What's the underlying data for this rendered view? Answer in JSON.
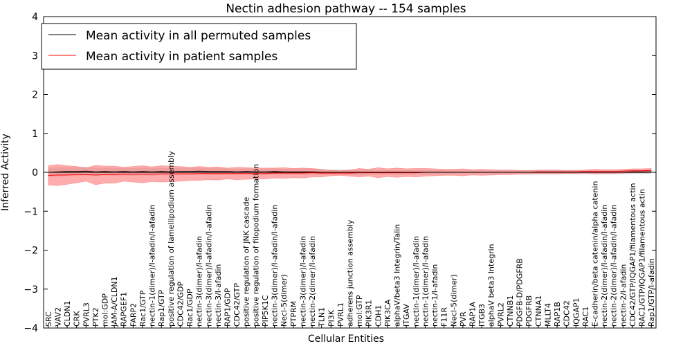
{
  "chart_data": {
    "type": "line",
    "title": "Nectin adhesion pathway -- 154 samples",
    "xlabel": "Cellular Entities",
    "ylabel": "Inferred Activity",
    "ylim": [
      -4,
      4
    ],
    "yticks": [
      -4,
      -3,
      -2,
      -1,
      0,
      1,
      2,
      3,
      4
    ],
    "ytick_labels": [
      "−4",
      "−3",
      "−2",
      "−1",
      "0",
      "1",
      "2",
      "3",
      "4"
    ],
    "legend_position": "top-left",
    "grid": false,
    "colors": {
      "permuted_line": "#000000",
      "patient_line": "#ff0000",
      "patient_band": "#ff8080",
      "permuted_band": "#b0b0b0",
      "zero_line": "#000000"
    },
    "x": [
      "SRC",
      "VAV2",
      "CLDN1",
      "CRK",
      "PVRL3",
      "PTK2",
      "mol:GDP",
      "JAM-A/CLDN1",
      "RAPGEF1",
      "FARP2",
      "Rac1/GTP",
      "nectin-1(dimer)/I-afadin/I-afadin",
      "Rap1/GTP",
      "positive regulation of lamellipodium assembly",
      "CDC42/GDP",
      "Rac1/GDP",
      "nectin-3(dimer)/I-afadin",
      "nectin-3(dimer)/I-afadin/I-afadin",
      "nectin-3/I-afadin",
      "RAP1/GDP",
      "CDC42/GTP",
      "positive regulation of JNK cascade",
      "positive regulation of filopodium formation",
      "PIP5K1C",
      "nectin-3(dimer)/I-afadin/I-afadin",
      "Necl-5(dimer)",
      "PTPRM",
      "nectin-3(dimer)/I-afadin",
      "nectin-2(dimer)/I-afadin",
      "TLN1",
      "PI3K",
      "PVRL1",
      "adherens junction assembly",
      "mol:GTP",
      "PIK3R1",
      "CDH1",
      "PIK3CA",
      "alphaV/beta3 Integrin/Talin",
      "ITGAV",
      "nectin-1(dimer)/I-afadin",
      "nectin-1(dimer)/I-afadin",
      "nectin-1/I-afadin",
      "F11R",
      "Necl-5(dimer)",
      "PVR",
      "RAP1A",
      "ITGB3",
      "alphaV beta3 Integrin",
      "PVRL2",
      "CTNNB1",
      "PDGFB-D/PDGFRB",
      "PDGFRB",
      "CTNNA1",
      "MLLT4",
      "RAP1B",
      "CDC42",
      "IQGAP1",
      "RAC1",
      "E-cadherin/beta catenin/alpha catenin",
      "nectin-2(dimer)/I-afadin/I-afadin",
      "nectin-2(dimer)/I-afadin/I-afadin",
      "nectin-2/I-afadin",
      "CDC42/GTP/IQGAP1/filamentous actin",
      "RAC1/GTP/IQGAP1/filamentous actin",
      "Rap1/GTP/I-afadin"
    ],
    "series": [
      {
        "name": "Mean activity in all permuted samples",
        "values": [
          0.0,
          0.01,
          0.02,
          0.02,
          0.03,
          0.01,
          0.02,
          0.01,
          0.02,
          0.01,
          0.02,
          0.01,
          0.02,
          0.01,
          0.02,
          0.02,
          0.03,
          0.02,
          0.02,
          0.02,
          0.01,
          0.02,
          0.01,
          0.01,
          0.02,
          0.01,
          0.01,
          0.01,
          0.01,
          0.0,
          0.0,
          0.0,
          0.0,
          0.0,
          0.0,
          0.0,
          0.0,
          0.0,
          0.0,
          0.0,
          0.0,
          0.0,
          0.0,
          0.0,
          0.0,
          0.0,
          0.0,
          0.0,
          0.0,
          0.0,
          0.0,
          0.0,
          0.0,
          0.0,
          0.0,
          0.0,
          0.0,
          0.0,
          0.0,
          0.0,
          0.0,
          0.0,
          0.01,
          0.01,
          0.01
        ],
        "band": [
          0.12,
          0.12,
          0.11,
          0.11,
          0.11,
          0.1,
          0.1,
          0.1,
          0.1,
          0.1,
          0.1,
          0.1,
          0.09,
          0.09,
          0.09,
          0.09,
          0.09,
          0.09,
          0.09,
          0.08,
          0.08,
          0.08,
          0.08,
          0.08,
          0.08,
          0.08,
          0.08,
          0.08,
          0.08,
          0.07,
          0.07,
          0.07,
          0.07,
          0.07,
          0.07,
          0.06,
          0.06,
          0.06,
          0.06,
          0.06,
          0.06,
          0.06,
          0.06,
          0.05,
          0.05,
          0.05,
          0.05,
          0.05,
          0.05,
          0.05,
          0.05,
          0.05,
          0.05,
          0.05,
          0.05,
          0.05,
          0.05,
          0.05,
          0.05,
          0.05,
          0.05,
          0.05,
          0.05,
          0.05,
          0.05
        ]
      },
      {
        "name": "Mean activity in patient samples",
        "values": [
          -0.08,
          -0.07,
          -0.07,
          -0.06,
          -0.06,
          -0.07,
          -0.06,
          -0.06,
          -0.05,
          -0.05,
          -0.05,
          -0.05,
          -0.04,
          -0.04,
          -0.04,
          -0.04,
          -0.03,
          -0.03,
          -0.03,
          -0.03,
          -0.03,
          -0.03,
          -0.03,
          -0.03,
          -0.02,
          -0.02,
          -0.02,
          -0.02,
          -0.01,
          -0.02,
          -0.02,
          -0.02,
          -0.02,
          -0.01,
          -0.01,
          -0.01,
          -0.01,
          -0.01,
          -0.01,
          -0.01,
          0.0,
          0.0,
          0.0,
          0.0,
          0.0,
          0.0,
          0.0,
          0.0,
          0.0,
          0.0,
          0.0,
          0.0,
          0.01,
          0.01,
          0.01,
          0.01,
          0.01,
          0.02,
          0.02,
          0.02,
          0.02,
          0.03,
          0.04,
          0.04,
          0.05
        ],
        "band": [
          0.25,
          0.27,
          0.24,
          0.21,
          0.17,
          0.25,
          0.22,
          0.22,
          0.18,
          0.2,
          0.22,
          0.19,
          0.21,
          0.2,
          0.19,
          0.17,
          0.18,
          0.16,
          0.17,
          0.14,
          0.16,
          0.15,
          0.14,
          0.14,
          0.13,
          0.14,
          0.12,
          0.13,
          0.11,
          0.1,
          0.07,
          0.06,
          0.08,
          0.11,
          0.09,
          0.13,
          0.1,
          0.12,
          0.1,
          0.11,
          0.1,
          0.09,
          0.08,
          0.08,
          0.09,
          0.07,
          0.08,
          0.07,
          0.06,
          0.06,
          0.05,
          0.05,
          0.05,
          0.05,
          0.05,
          0.04,
          0.04,
          0.04,
          0.06,
          0.05,
          0.05,
          0.05,
          0.05,
          0.05,
          0.05
        ]
      }
    ]
  }
}
